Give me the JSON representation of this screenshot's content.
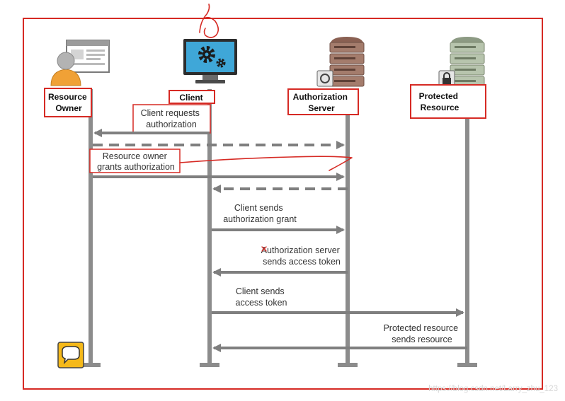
{
  "actors": {
    "resource_owner": [
      "Resource",
      "Owner"
    ],
    "client": [
      "Client"
    ],
    "authorization_server": [
      "Authorization",
      "Server"
    ],
    "protected_resource": [
      "Protected",
      "Resource"
    ]
  },
  "messages": {
    "client_requests_authorization": [
      "Client requests",
      "authorization"
    ],
    "owner_grants_authorization": [
      "Resource owner",
      "grants authorization"
    ],
    "client_sends_grant": [
      "Client sends",
      "authorization grant"
    ],
    "server_sends_token": [
      "Authorization server",
      "sends access token"
    ],
    "client_sends_token": [
      "Client sends",
      "access token"
    ],
    "resource_sends_resource": [
      "Protected resource",
      "sends resource"
    ]
  },
  "watermark": "https://blog.csdn.net/Larry_zhu_123",
  "colors": {
    "annotation_red": "#d62a24",
    "lifeline_gray": "#8c8c8c",
    "arrow_gray": "#7f7f7f",
    "monitor_screen": "#3fa7d8",
    "server_body": "#a47c6c",
    "resource_body": "#b7c4ad",
    "person_head": "#b3b3b3",
    "person_body": "#f0a136",
    "chat_icon": "#f5b91a"
  },
  "icons": {
    "resource_owner": "person-with-browser-icon",
    "client": "monitor-gear-icon",
    "authorization_server": "server-stack-icon",
    "protected_resource": "locked-server-icon",
    "chat": "chat-bubble-icon"
  }
}
